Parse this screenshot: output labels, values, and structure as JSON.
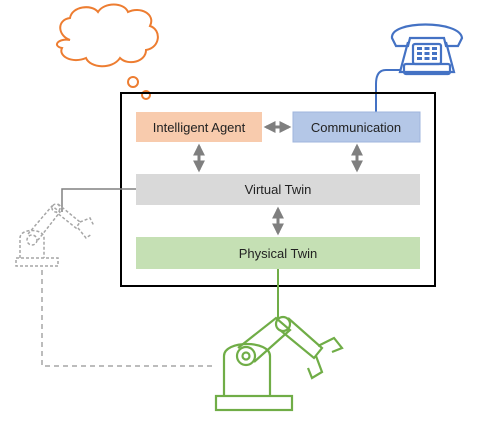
{
  "diagram": {
    "boxes": {
      "intelligent_agent": {
        "label": "Intelligent Agent",
        "color": "#f8cbad"
      },
      "communication": {
        "label": "Communication",
        "color": "#b4c7e7"
      },
      "virtual_twin": {
        "label": "Virtual Twin",
        "color": "#d9d9d9"
      },
      "physical_twin": {
        "label": "Physical Twin",
        "color": "#c5e0b4"
      }
    },
    "icons": {
      "thought_cloud": {
        "name": "thought-cloud-icon",
        "color": "#ed7d31"
      },
      "telephone": {
        "name": "telephone-icon",
        "color": "#4472c4"
      },
      "virtual_robot_arm": {
        "name": "robot-arm-icon",
        "color": "#a6a6a6",
        "style": "dashed"
      },
      "physical_robot_arm": {
        "name": "robot-arm-icon",
        "color": "#70ad47"
      }
    },
    "frame_color": "#000000",
    "arrow_color": "#7f7f7f"
  }
}
